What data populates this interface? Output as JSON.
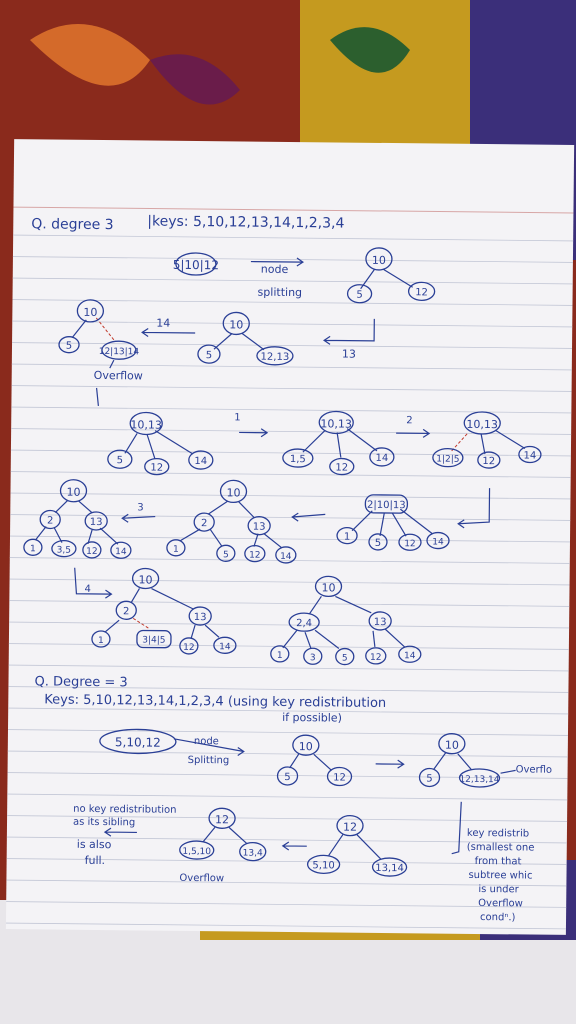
{
  "q1": {
    "header": "Q. degree 3",
    "keys": "|keys: 5,10,12,13,14,1,2,3,4",
    "first_node": "5|10|12",
    "node_splitting_1": "node",
    "node_splitting_2": "splitting",
    "overflow": "Overflow",
    "step_labels": [
      "14",
      "13",
      "1",
      "2",
      "3",
      "4"
    ]
  },
  "q2": {
    "header": "Q. Degree = 3",
    "keys": "Keys: 5,10,12,13,14,1,2,3,4 (using key redistribution",
    "keys_sub": "if possible)",
    "first_node": "5,10,12",
    "node_splitting_1": "node",
    "node_splitting_2": "Splitting",
    "overflow_right": "Overflo",
    "overflow_bottom": "Overflow",
    "note_left": [
      "no key redistribution",
      "as its sibling",
      "is also",
      "full."
    ],
    "note_right": [
      "key redistrib",
      "(smallest one",
      "from that",
      "subtree whic",
      "is under",
      "Overflow",
      "condⁿ.)"
    ]
  },
  "node_labels": {
    "t1": [
      "10",
      "5",
      "12"
    ],
    "t2": [
      "10",
      "5",
      "12,13"
    ],
    "t3": [
      "10",
      "5",
      "12|13|14"
    ],
    "t4": [
      "10,13",
      "5",
      "12",
      "14"
    ],
    "t5": [
      "10,13",
      "1,5",
      "12",
      "14"
    ],
    "t6": [
      "10,13",
      "1|2|5",
      "12",
      "14"
    ],
    "t7": [
      "2|10|13",
      "1",
      "5",
      "12",
      "14"
    ],
    "t8": [
      "10",
      "2",
      "13",
      "1",
      "5",
      "12",
      "14"
    ],
    "t9": [
      "10",
      "2",
      "13",
      "1",
      "3,5",
      "12",
      "14"
    ],
    "t10": [
      "10",
      "2",
      "13",
      "1",
      "3|4|5",
      "12",
      "14"
    ],
    "t11": [
      "10",
      "2,4",
      "13",
      "1",
      "3",
      "5",
      "12",
      "14"
    ],
    "u1": [
      "10",
      "5",
      "12"
    ],
    "u2": [
      "10",
      "5",
      "12,13,14"
    ],
    "u3": [
      "12",
      "5,10",
      "13,14"
    ],
    "u4": [
      "12",
      "1,5,10",
      "13,4"
    ]
  },
  "colors": {
    "ink": "#2a3f96",
    "paper": "#f4f3f6",
    "rule_line": "#c3c7d6",
    "margin": "#d7a6a6"
  }
}
